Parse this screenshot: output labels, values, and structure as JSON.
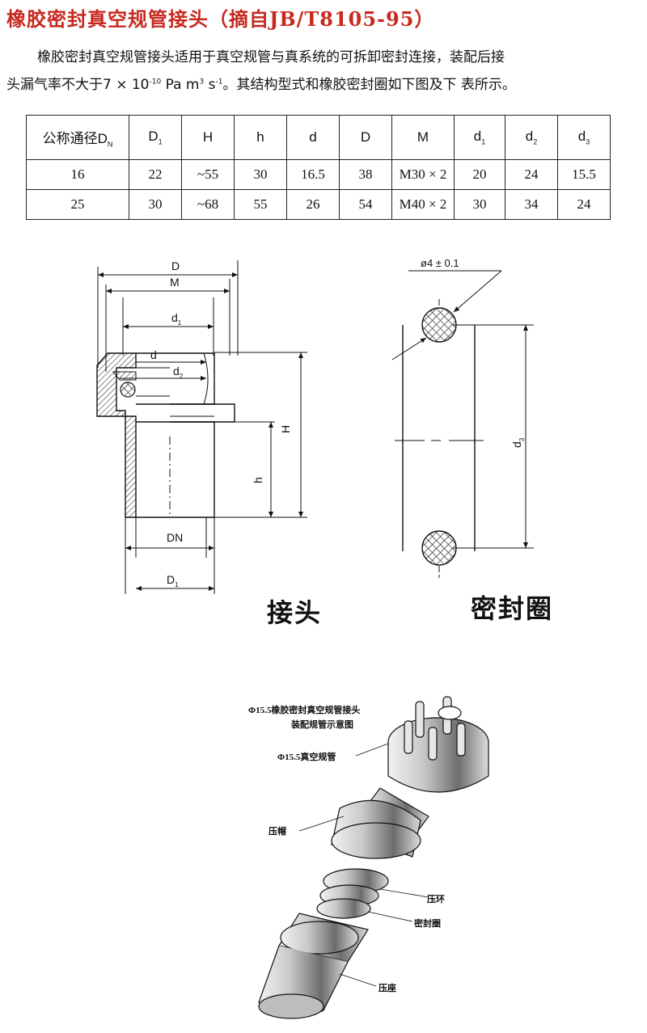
{
  "title": "橡胶密封真空规管接头（摘自JB/T8105-95）",
  "intro": {
    "line1": "橡胶密封真空规管接头适用于真空规管与真系统的可拆卸密封连接，装配后接",
    "line2_a": "头漏气率不大于7 × 10",
    "line2_exp1": "-10",
    "line2_b": " Pa m",
    "line2_exp2": "3",
    "line2_c": " s",
    "line2_exp3": "-1",
    "line2_d": "。其结构型式和橡胶密封圈如下图及下 表所示。"
  },
  "table": {
    "headers": [
      "公称通径D",
      "D",
      "H",
      "h",
      "d",
      "D",
      "M",
      "d",
      "d",
      "d"
    ],
    "header_subs": [
      "N",
      "1",
      "",
      "",
      "",
      "",
      "",
      "1",
      "2",
      "3"
    ],
    "rows": [
      [
        "16",
        "22",
        "~55",
        "30",
        "16.5",
        "38",
        "M30 × 2",
        "20",
        "24",
        "15.5"
      ],
      [
        "25",
        "30",
        "~68",
        "55",
        "26",
        "54",
        "M40 × 2",
        "30",
        "34",
        "24"
      ]
    ]
  },
  "drawing": {
    "labels": {
      "D": "D",
      "M": "M",
      "d1": "d",
      "d1_sub": "1",
      "d": "d",
      "d2": "d",
      "d2_sub": "2",
      "H": "H",
      "h": "h",
      "DN": "DN",
      "D1": "D",
      "D1_sub": "1",
      "oring_dia": "ø4 ± 0.1",
      "d3": "d",
      "d3_sub": "3"
    },
    "caption_left": "接头",
    "caption_right": "密封圈"
  },
  "assembly": {
    "title_line1": "Φ15.5橡胶密封真空规管接头",
    "title_line2": "装配规管示意图",
    "labels": [
      "Φ15.5真空规管",
      "压帽",
      "压环",
      "密封圈",
      "压座"
    ]
  },
  "colors": {
    "title": "#c8291f",
    "line": "#111111"
  }
}
